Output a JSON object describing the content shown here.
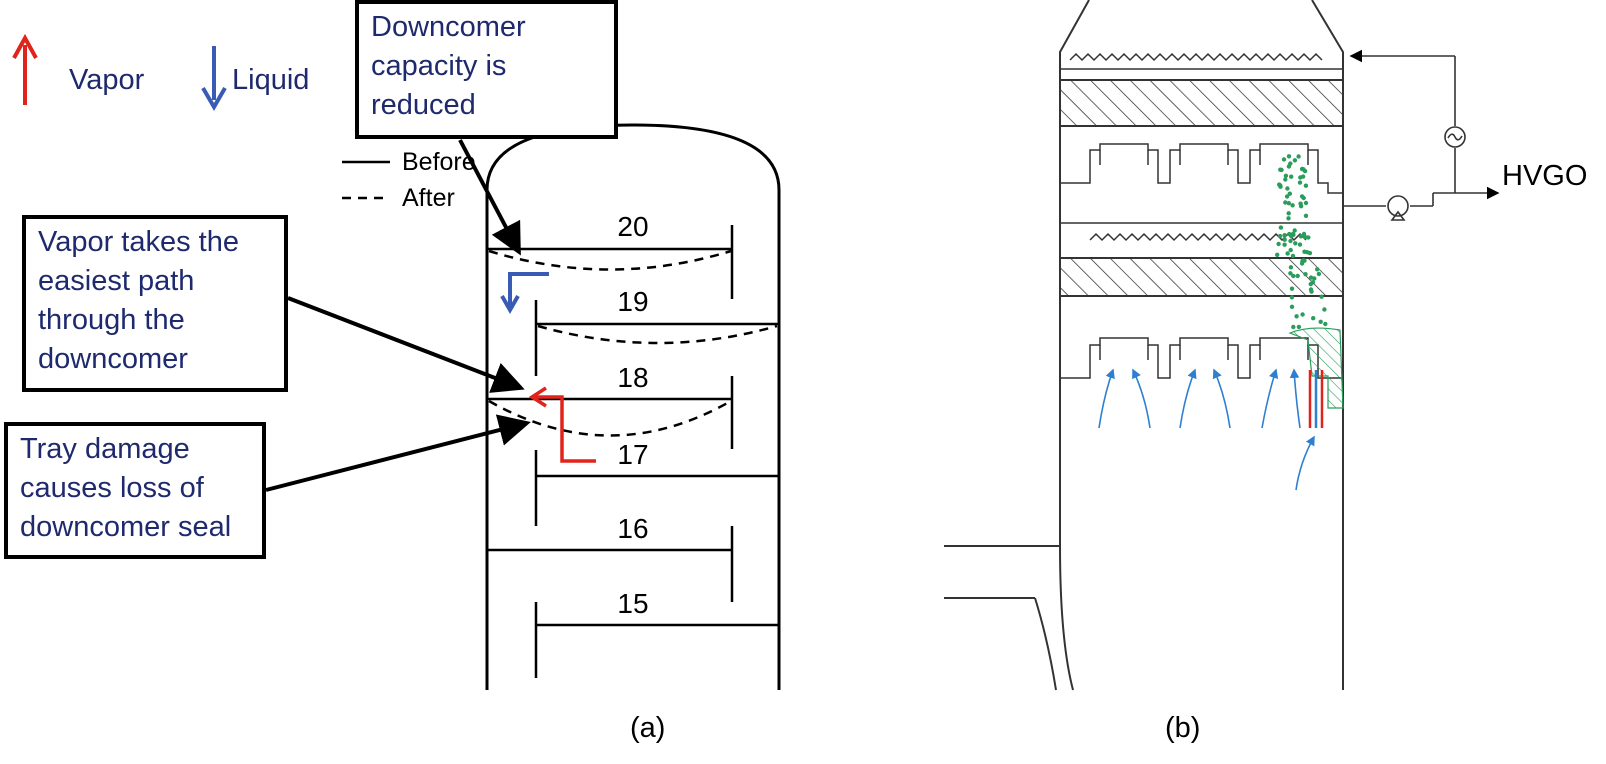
{
  "legend": {
    "vapor_label": "Vapor",
    "liquid_label": "Liquid",
    "vapor_color": "#e0231b",
    "liquid_color": "#3a5bb5"
  },
  "line_key": {
    "before_label": "Before",
    "after_label": "After"
  },
  "callouts": {
    "downcomer_capacity": [
      "Downcomer",
      "capacity is",
      "reduced"
    ],
    "vapor_path": [
      "Vapor takes the",
      "easiest path",
      "through the",
      "downcomer"
    ],
    "tray_damage": [
      "Tray damage",
      "causes loss of",
      "downcomer seal"
    ]
  },
  "trays": [
    "20",
    "19",
    "18",
    "17",
    "16",
    "15"
  ],
  "panel_b": {
    "product_label": "HVGO",
    "packing_color": "#2a9d5c",
    "vapor_arrow_color": "#2f7fd0"
  },
  "captions": {
    "a": "(a)",
    "b": "(b)"
  }
}
